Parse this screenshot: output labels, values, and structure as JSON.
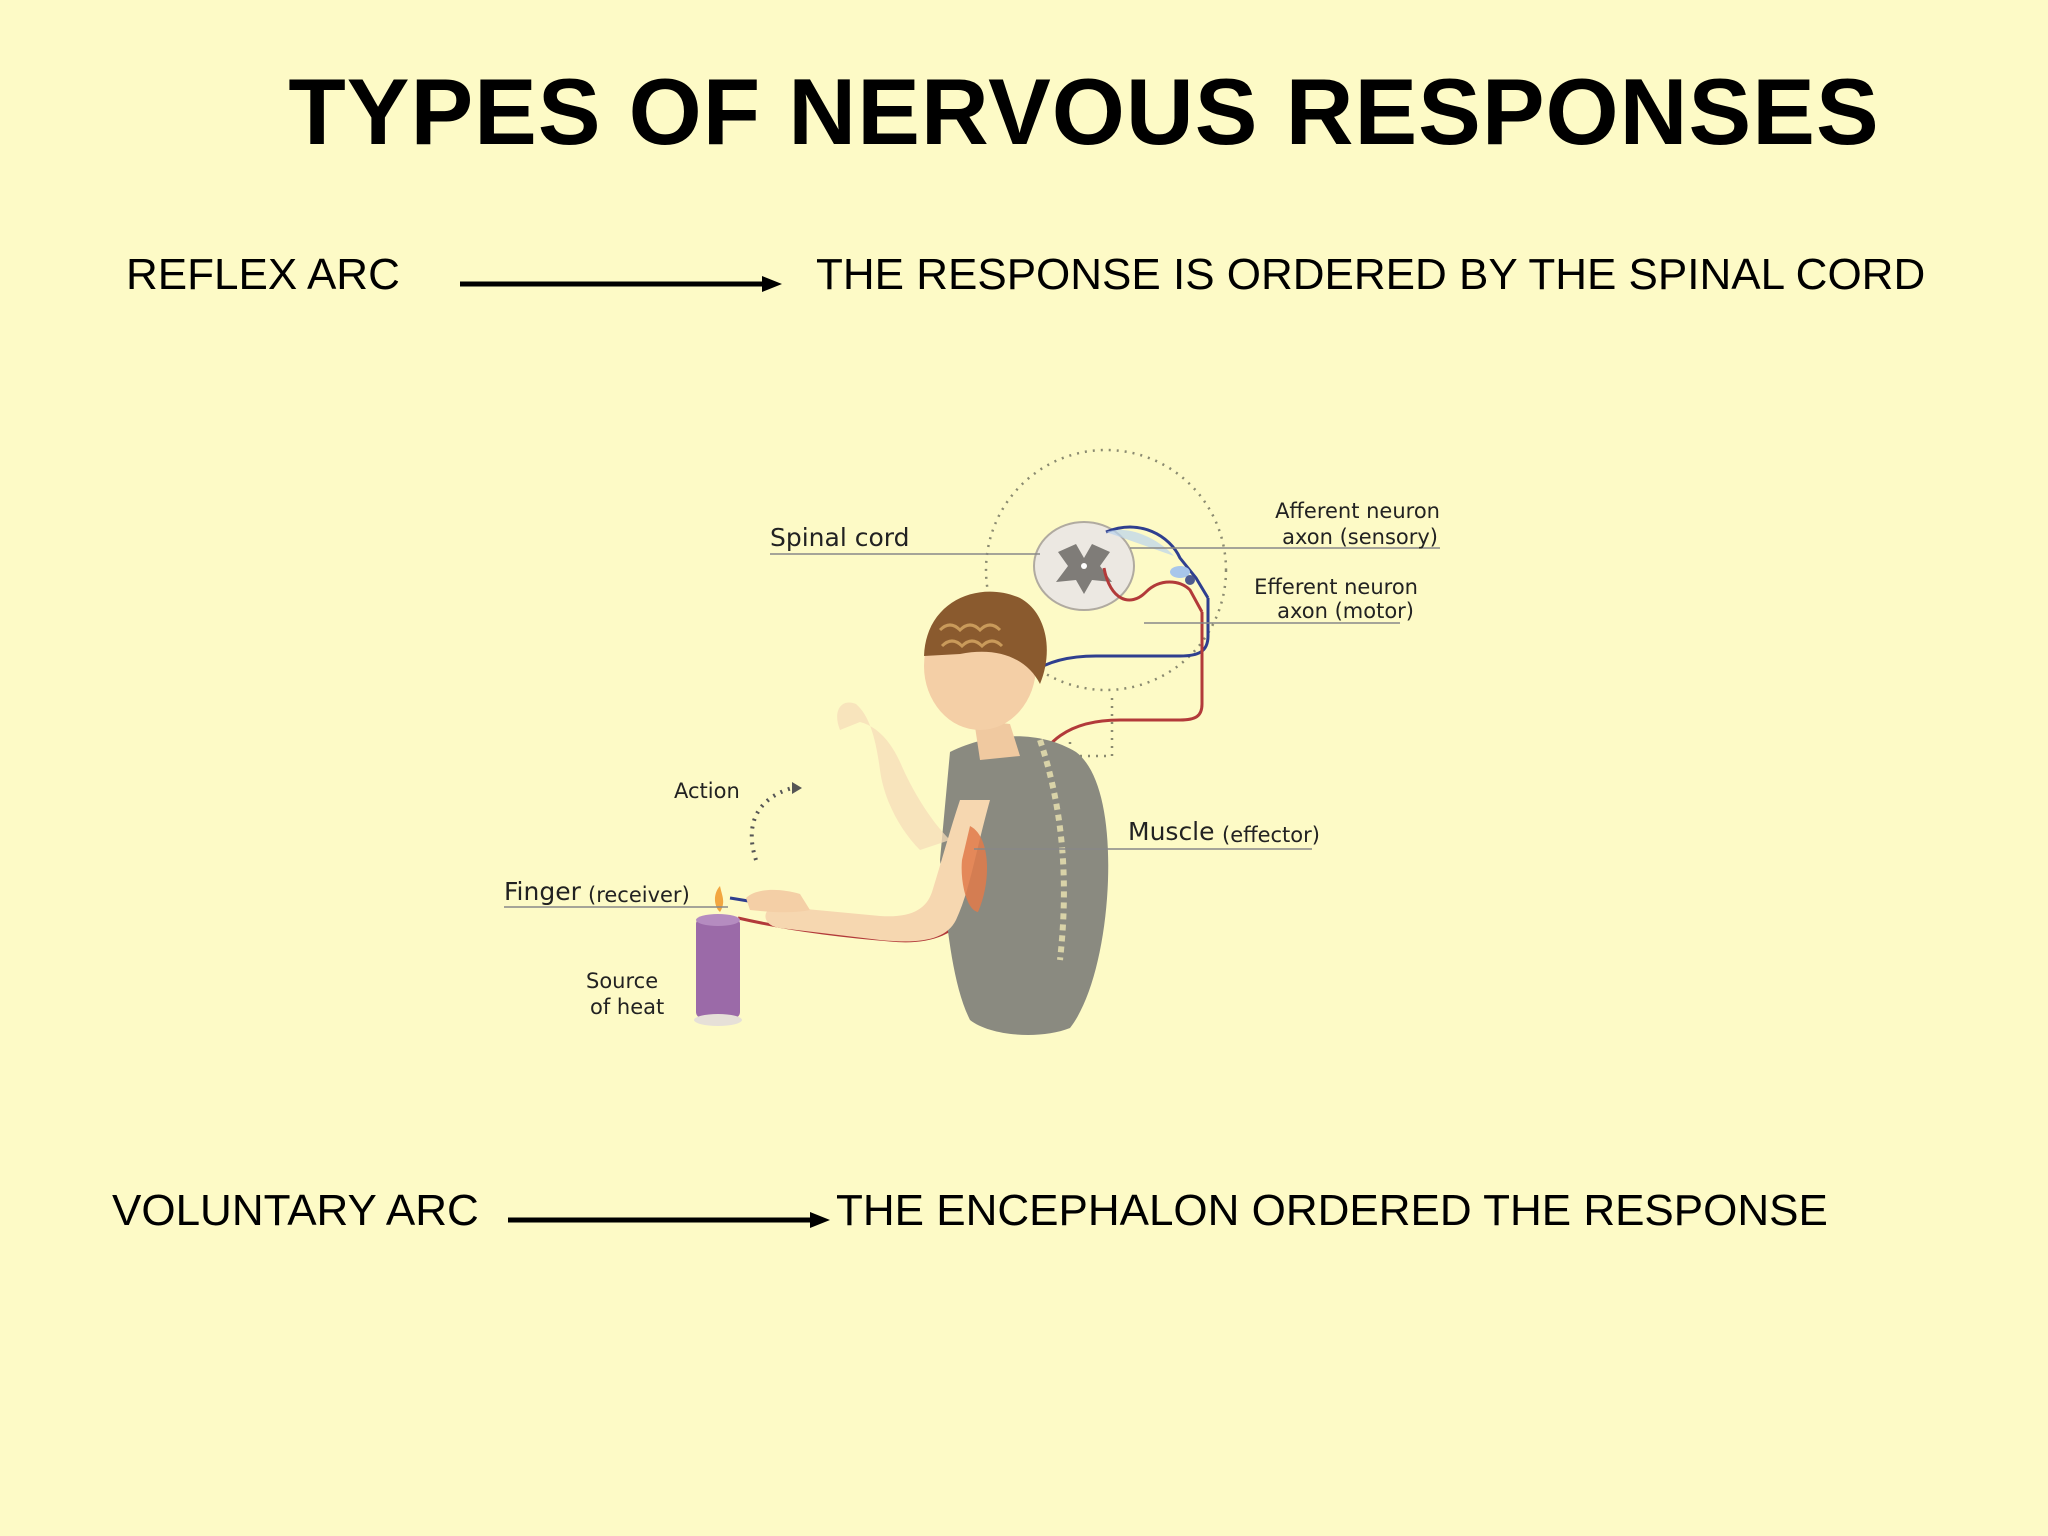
{
  "slide": {
    "title": "TYPES OF NERVOUS RESPONSES"
  },
  "rows": {
    "reflex": {
      "term": "REFLEX ARC",
      "description": "THE RESPONSE IS ORDERED BY THE SPINAL CORD"
    },
    "voluntary": {
      "term": "VOLUNTARY ARC",
      "description": "THE ENCEPHALON ORDERED THE RESPONSE"
    }
  },
  "diagram": {
    "spinal_cord": "Spinal cord",
    "afferent_line1": "Afferent neuron",
    "afferent_line2": "axon (sensory)",
    "efferent_line1": "Efferent neuron",
    "efferent_line2": "axon (motor)",
    "action": "Action",
    "muscle": "Muscle",
    "muscle_role": "(effector)",
    "finger": "Finger",
    "finger_role": "(receiver)",
    "source_line1": "Source",
    "source_line2": "of heat"
  },
  "colors": {
    "background": "#fdfac6",
    "sensory_pathway": "#2f3f8f",
    "motor_pathway": "#b23a3a",
    "candle": "#9b6aa8",
    "skin": "#f6d7b0",
    "shirt": "#8a8a80",
    "hair": "#8a5a2e"
  }
}
